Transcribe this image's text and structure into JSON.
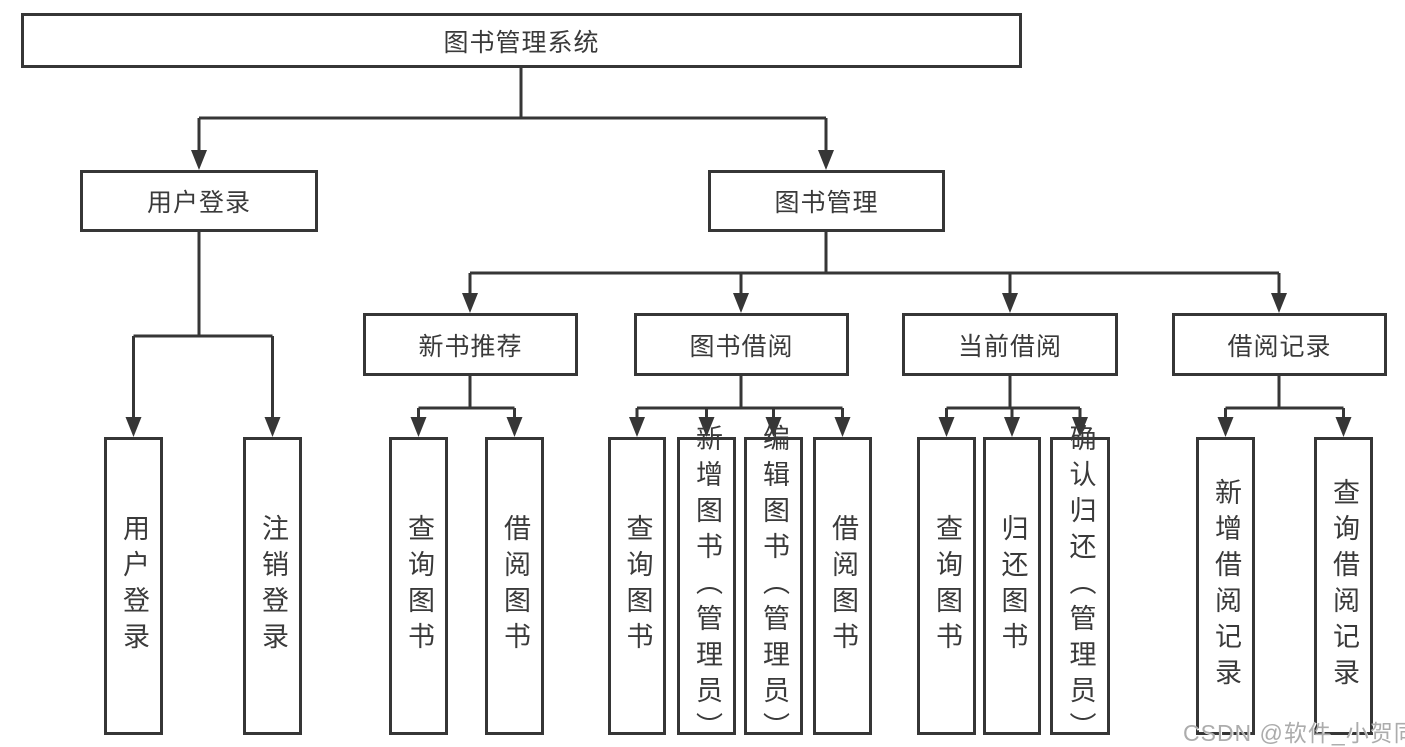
{
  "colors": {
    "line": "#363636",
    "border": "#363636",
    "text": "#3a3a3a",
    "background": "#ffffff",
    "watermark": "#acacac"
  },
  "diagram": {
    "root": {
      "label": "图书管理系统"
    },
    "level1": [
      {
        "label": "用户登录"
      },
      {
        "label": "图书管理"
      }
    ],
    "level2": [
      {
        "label": "新书推荐"
      },
      {
        "label": "图书借阅"
      },
      {
        "label": "当前借阅"
      },
      {
        "label": "借阅记录"
      }
    ],
    "leaves": {
      "user": [
        "用户登录",
        "注销登录"
      ],
      "newbook": [
        "查询图书",
        "借阅图书"
      ],
      "borrow": [
        "查询图书",
        "新增图书（管理员）",
        "编辑图书（管理员）",
        "借阅图书"
      ],
      "current": [
        "查询图书",
        "归还图书",
        "确认归还（管理员）"
      ],
      "records": [
        "新增借阅记录",
        "查询借阅记录"
      ]
    }
  },
  "watermark": "CSDN @软件_小贺同学"
}
